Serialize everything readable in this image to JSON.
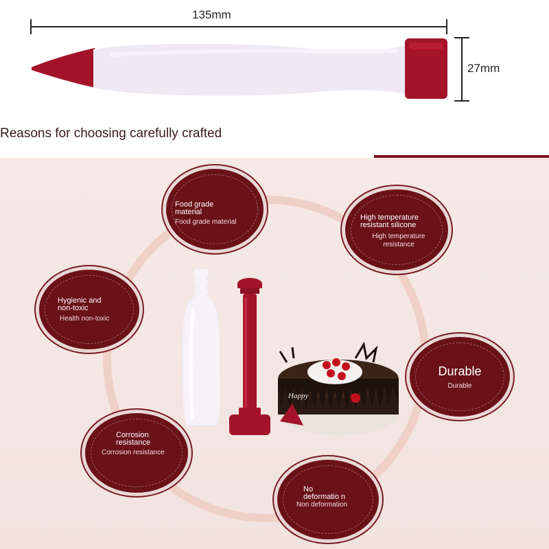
{
  "dimensions": {
    "length_label": "135mm",
    "diameter_label": "27mm"
  },
  "heading": "Reasons for choosing carefully crafted",
  "colors": {
    "brand": "#7a1620",
    "product_white": "#efeaf2",
    "ring": "#efd0c6"
  },
  "features": [
    {
      "title": "Food grade material",
      "subtitle": "Food grade material"
    },
    {
      "title": "High temperature resistant silicone",
      "subtitle": "High temperature resistance"
    },
    {
      "title": "Hygienic and non-toxic",
      "subtitle": "Health non-toxic"
    },
    {
      "title": "Durable",
      "subtitle": "Durable"
    },
    {
      "title": "Corrosion resistance",
      "subtitle": "Corrosion resistance"
    },
    {
      "title": "No deformatio n",
      "subtitle": "Non deformation"
    }
  ],
  "cake_text": "Happy"
}
